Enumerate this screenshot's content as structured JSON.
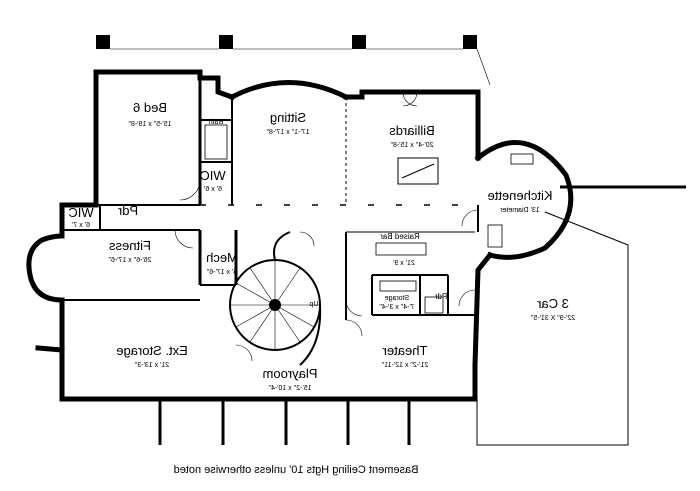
{
  "rooms": {
    "bed6": {
      "name": "Bed 6",
      "dims": "15'-5\" x 19'-8\""
    },
    "bath": {
      "name": "Bath"
    },
    "sitting": {
      "name": "Sitting",
      "dims": "17'-1\" x 17'-8\""
    },
    "billiards": {
      "name": "Billiards",
      "dims": "20'-4\" x 15'-8\""
    },
    "kitchenette": {
      "name": "Kitchenette",
      "dims": "13' Diameter"
    },
    "wic_upper": {
      "name": "WIC",
      "dims": "6' x 6'"
    },
    "wic_left": {
      "name": "WIC",
      "dims": "6' x 7'"
    },
    "pdr_left": {
      "name": "Pdr"
    },
    "fitness": {
      "name": "Fitness",
      "dims": "26'-6\" x 17'-6\""
    },
    "mech": {
      "name": "Mech",
      "dims": "6' x 17'-6\""
    },
    "raised_bar": {
      "name": "Raised Bar",
      "dims": "21' x 9'"
    },
    "storage": {
      "name": "Storage",
      "dims": "7'-4\" x 3'-4\""
    },
    "pdr_right": {
      "name": "Pdr"
    },
    "garage": {
      "name": "3 Car",
      "dims": "22'-9\" X 31'-5\""
    },
    "ext_storage": {
      "name": "Ext. Storage",
      "dims": "21' x 13'-3\""
    },
    "theater": {
      "name": "Theater",
      "dims": "21'-2\" x 12'-11\""
    },
    "playroom": {
      "name": "Playroom",
      "dims": "15'-2\" x 10'-4\""
    }
  },
  "stair": {
    "label": "Up"
  },
  "caption": "Basement Ceiling Hgts 10' unless otherwise noted"
}
